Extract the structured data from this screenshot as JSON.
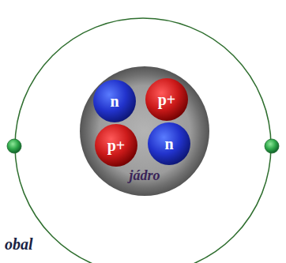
{
  "diagram": {
    "nodes": [
      {
        "text": [
          "obal"
        ]
      },
      {
        "text": [
          "jádro"
        ],
        "in": 0
      },
      {
        "text": [
          "n"
        ],
        "in": 1
      },
      {
        "text": [
          "p+"
        ],
        "in": 1
      },
      {
        "text": [
          "p+"
        ],
        "in": 1
      },
      {
        "text": [
          "n"
        ],
        "in": 1
      }
    ]
  }
}
